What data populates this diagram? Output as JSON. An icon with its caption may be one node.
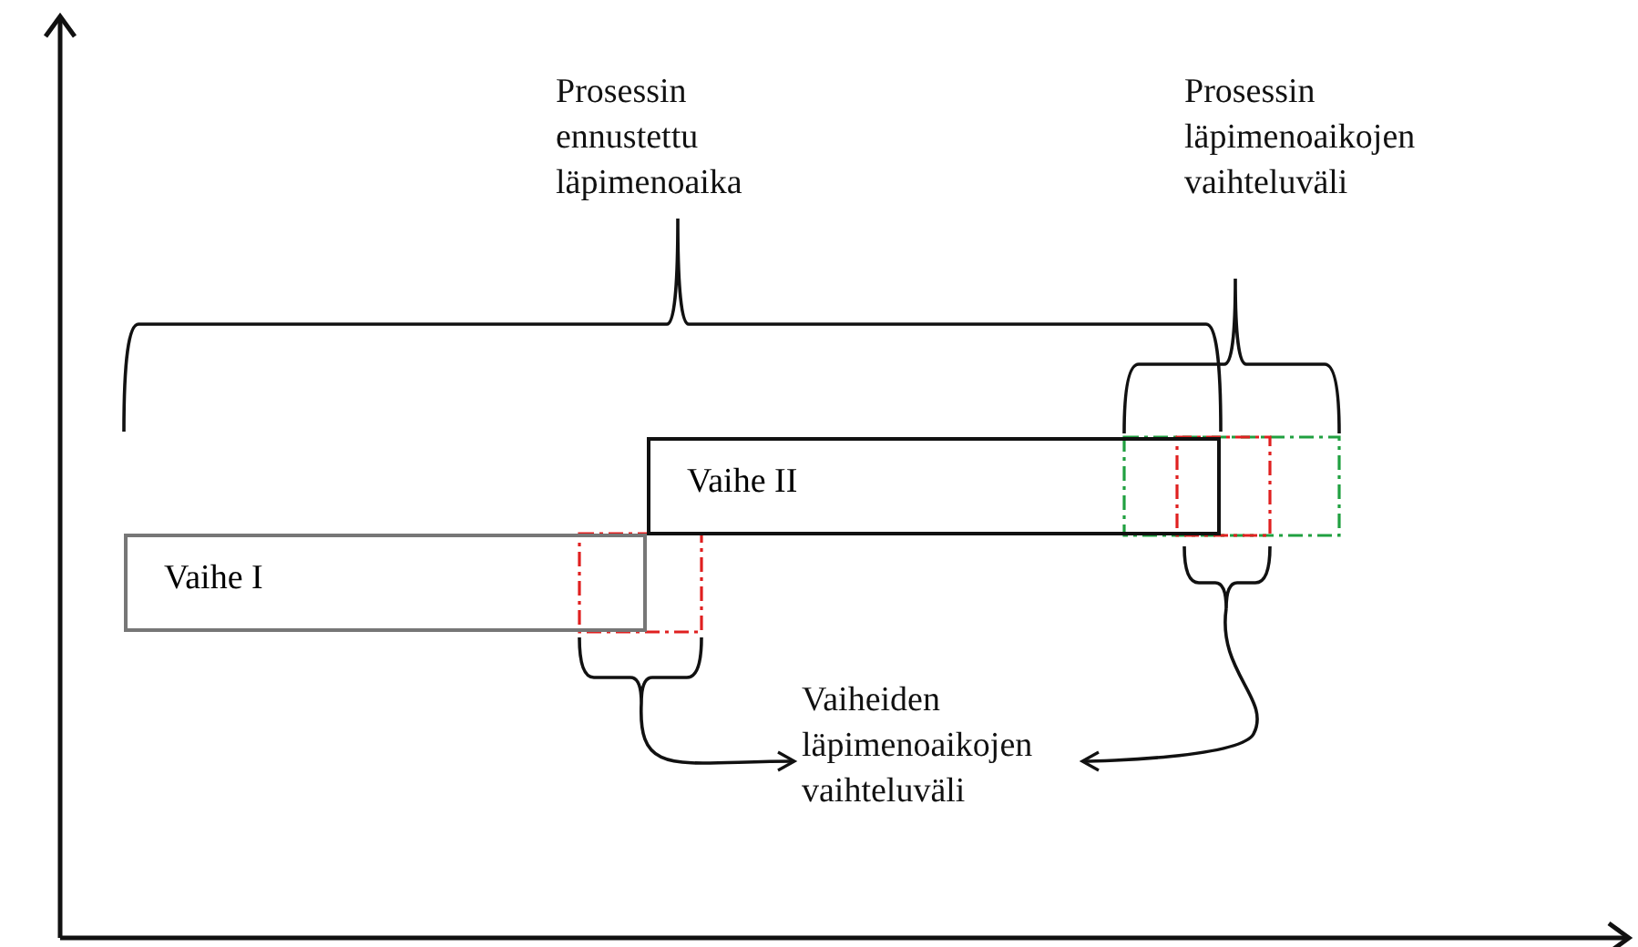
{
  "diagram": {
    "nodes": [
      {
        "text": [
          "Vaihe I"
        ]
      },
      {
        "text": [
          "Vaihe II"
        ]
      },
      {
        "text": [
          "Vaiheiden läpimenoaikojen vaihteluväli"
        ]
      },
      {
        "text": [],
        "shape": "brace"
      },
      {
        "text": [],
        "shape": "brace"
      }
    ],
    "edges": [
      {
        "from": 3,
        "to": 2,
        "arrow": "to"
      },
      {
        "from": 4,
        "to": 2,
        "arrow": "to"
      }
    ],
    "labels": [
      "Prosessin ennustettu läpimenoaika",
      "Prosessin läpimenoaikojen vaihteluväli"
    ]
  }
}
